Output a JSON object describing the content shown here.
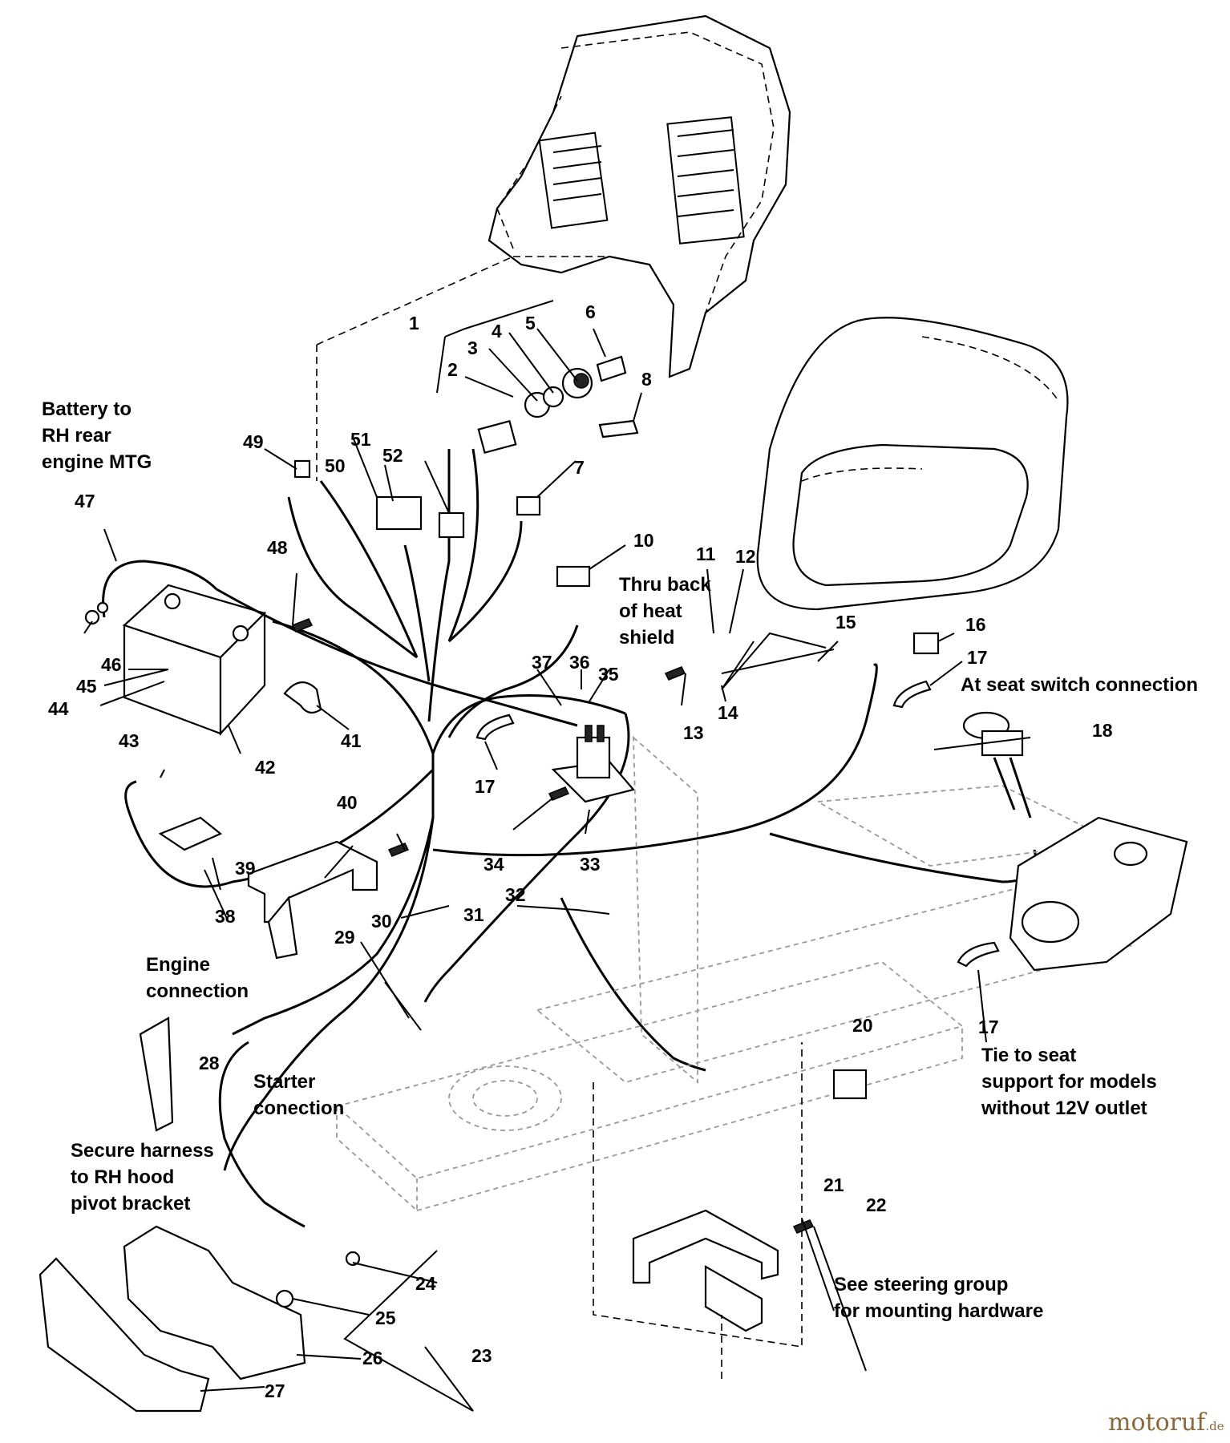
{
  "callouts": [
    "1",
    "2",
    "3",
    "4",
    "5",
    "6",
    "7",
    "8",
    "10",
    "11",
    "12",
    "13",
    "14",
    "15",
    "16",
    "17",
    "17",
    "17",
    "18",
    "20",
    "21",
    "22",
    "23",
    "24",
    "25",
    "26",
    "27",
    "28",
    "29",
    "30",
    "31",
    "32",
    "33",
    "34",
    "35",
    "36",
    "37",
    "38",
    "39",
    "40",
    "41",
    "42",
    "43",
    "44",
    "45",
    "46",
    "47",
    "48",
    "49",
    "50",
    "51",
    "52"
  ],
  "notes": {
    "battery_to_rh_rear": [
      "Battery to",
      "RH rear",
      "engine MTG"
    ],
    "thru_back_heat_shield": [
      "Thru back",
      "of heat",
      "shield"
    ],
    "at_seat_switch": "At seat switch connection",
    "engine_connection": [
      "Engine",
      "connection"
    ],
    "starter_connection": [
      "Starter",
      "conection"
    ],
    "secure_harness": [
      "Secure harness",
      "to RH hood",
      "pivot bracket"
    ],
    "tie_to_seat": [
      "Tie to seat",
      "support for models",
      "without 12V outlet"
    ],
    "see_steering": [
      "See steering group",
      "for mounting hardware"
    ]
  },
  "watermark": {
    "main": "motoruf",
    "suffix": ".de"
  }
}
